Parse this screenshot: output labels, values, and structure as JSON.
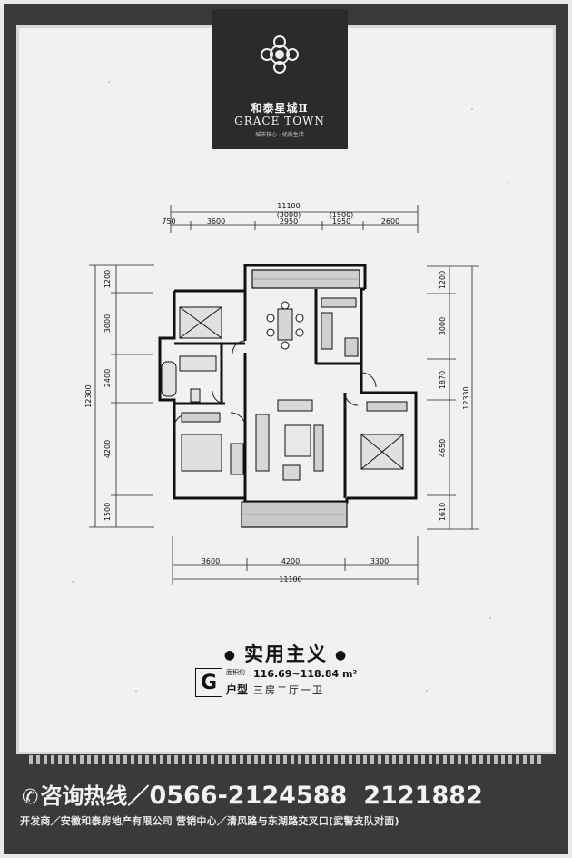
{
  "brand": {
    "name_cn": "和泰星城Ⅱ",
    "name_en": "GRACE TOWN",
    "tagline": "城市核心 · 优质生活"
  },
  "dimensions": {
    "top_total": "11100",
    "top_sub": [
      "(3000)",
      "(1900)"
    ],
    "top_segments": [
      "750",
      "3600",
      "2950",
      "1950",
      "2600"
    ],
    "bottom_segments": [
      "3600",
      "4200",
      "3300"
    ],
    "bottom_total": "11100",
    "left_segments": [
      "1200",
      "3000",
      "2400",
      "4200",
      "1500"
    ],
    "left_total": "12300",
    "right_segments": [
      "1200",
      "3000",
      "1870",
      "4650",
      "1610"
    ],
    "right_total": "12330"
  },
  "title": "实用主义",
  "unit": {
    "letter": "G",
    "area_label": "面积约",
    "area_value": "116.69~118.84 m²",
    "type_label": "户型",
    "type_value": "三房二厅一卫"
  },
  "hotline": {
    "icon": "phone-icon",
    "label": "咨询热线／",
    "number1": "0566-2124588",
    "number2": "2121882"
  },
  "footer": "开发商／安徽和泰房地产有限公司  营销中心／清风路与东湖路交叉口(武警支队对面)"
}
